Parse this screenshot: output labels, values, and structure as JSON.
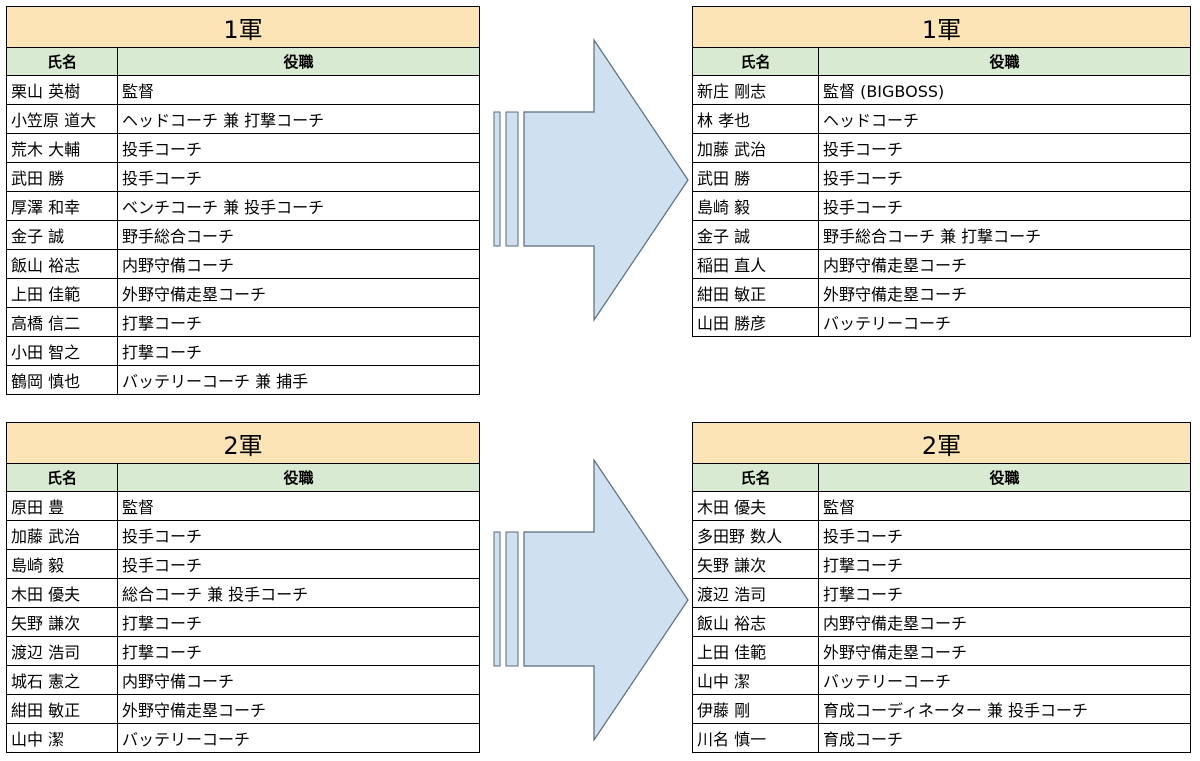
{
  "colors": {
    "title_bg": "#fce4b6",
    "header_bg": "#d9ead3",
    "arrow_fill": "#cfe0f1"
  },
  "before_1": {
    "title": "1軍",
    "headers": [
      "氏名",
      "役職"
    ],
    "rows": [
      [
        "栗山 英樹",
        "監督"
      ],
      [
        "小笠原 道大",
        "ヘッドコーチ 兼 打撃コーチ"
      ],
      [
        "荒木 大輔",
        "投手コーチ"
      ],
      [
        "武田 勝",
        "投手コーチ"
      ],
      [
        "厚澤 和幸",
        "ベンチコーチ 兼 投手コーチ"
      ],
      [
        "金子 誠",
        "野手総合コーチ"
      ],
      [
        "飯山 裕志",
        "内野守備コーチ"
      ],
      [
        "上田 佳範",
        "外野守備走塁コーチ"
      ],
      [
        "高橋 信二",
        "打撃コーチ"
      ],
      [
        "小田 智之",
        "打撃コーチ"
      ],
      [
        "鶴岡 慎也",
        "バッテリーコーチ 兼 捕手"
      ]
    ]
  },
  "after_1": {
    "title": "1軍",
    "headers": [
      "氏名",
      "役職"
    ],
    "rows": [
      [
        "新庄 剛志",
        "監督 (BIGBOSS)"
      ],
      [
        "林 孝也",
        "ヘッドコーチ"
      ],
      [
        "加藤 武治",
        "投手コーチ"
      ],
      [
        "武田 勝",
        "投手コーチ"
      ],
      [
        "島崎 毅",
        "投手コーチ"
      ],
      [
        "金子 誠",
        "野手総合コーチ 兼 打撃コーチ"
      ],
      [
        "稲田 直人",
        "内野守備走塁コーチ"
      ],
      [
        "紺田 敏正",
        "外野守備走塁コーチ"
      ],
      [
        "山田 勝彦",
        "バッテリーコーチ"
      ]
    ]
  },
  "before_2": {
    "title": "2軍",
    "headers": [
      "氏名",
      "役職"
    ],
    "rows": [
      [
        "原田 豊",
        "監督"
      ],
      [
        "加藤 武治",
        "投手コーチ"
      ],
      [
        "島崎 毅",
        "投手コーチ"
      ],
      [
        "木田 優夫",
        "総合コーチ 兼 投手コーチ"
      ],
      [
        "矢野 謙次",
        "打撃コーチ"
      ],
      [
        "渡辺 浩司",
        "打撃コーチ"
      ],
      [
        "城石 憲之",
        "内野守備コーチ"
      ],
      [
        "紺田 敏正",
        "外野守備走塁コーチ"
      ],
      [
        "山中 潔",
        "バッテリーコーチ"
      ]
    ]
  },
  "after_2": {
    "title": "2軍",
    "headers": [
      "氏名",
      "役職"
    ],
    "rows": [
      [
        "木田 優夫",
        "監督"
      ],
      [
        "多田野 数人",
        "投手コーチ"
      ],
      [
        "矢野 謙次",
        "打撃コーチ"
      ],
      [
        "渡辺 浩司",
        "打撃コーチ"
      ],
      [
        "飯山 裕志",
        "内野守備走塁コーチ"
      ],
      [
        "上田 佳範",
        "外野守備走塁コーチ"
      ],
      [
        "山中 潔",
        "バッテリーコーチ"
      ],
      [
        "伊藤 剛",
        "育成コーディネーター 兼 投手コーチ"
      ],
      [
        "川名 慎一",
        "育成コーチ"
      ]
    ]
  }
}
